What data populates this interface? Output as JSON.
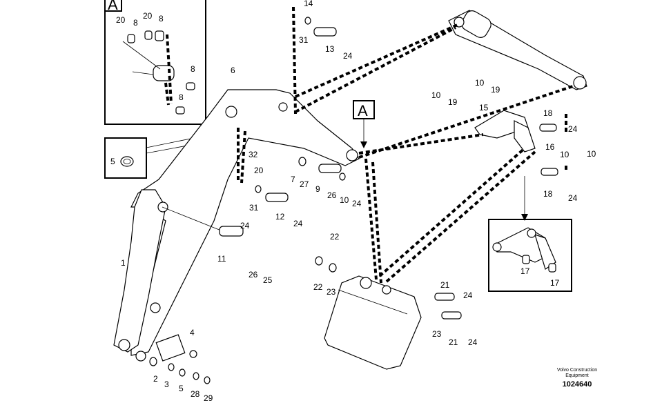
{
  "diagram": {
    "labels": [
      {
        "id": "p20a",
        "text": "20"
      },
      {
        "id": "p8a",
        "text": "8"
      },
      {
        "id": "p20b",
        "text": "20"
      },
      {
        "id": "p8b",
        "text": "8"
      },
      {
        "id": "p8c",
        "text": "8"
      },
      {
        "id": "p8d",
        "text": "8"
      },
      {
        "id": "p5a",
        "text": "5"
      },
      {
        "id": "p6",
        "text": "6"
      },
      {
        "id": "p14",
        "text": "14"
      },
      {
        "id": "p31a",
        "text": "31"
      },
      {
        "id": "p13",
        "text": "13"
      },
      {
        "id": "p24a",
        "text": "24"
      },
      {
        "id": "p10a",
        "text": "10"
      },
      {
        "id": "p19a",
        "text": "19"
      },
      {
        "id": "p10b",
        "text": "10"
      },
      {
        "id": "p19b",
        "text": "19"
      },
      {
        "id": "p15",
        "text": "15"
      },
      {
        "id": "p18a",
        "text": "18"
      },
      {
        "id": "p24b",
        "text": "24"
      },
      {
        "id": "p16",
        "text": "16"
      },
      {
        "id": "p10c",
        "text": "10"
      },
      {
        "id": "p10d",
        "text": "10"
      },
      {
        "id": "p18b",
        "text": "18"
      },
      {
        "id": "p24c",
        "text": "24"
      },
      {
        "id": "p32",
        "text": "32"
      },
      {
        "id": "p20c",
        "text": "20"
      },
      {
        "id": "p7",
        "text": "7"
      },
      {
        "id": "p27",
        "text": "27"
      },
      {
        "id": "p9",
        "text": "9"
      },
      {
        "id": "p26a",
        "text": "26"
      },
      {
        "id": "p10e",
        "text": "10"
      },
      {
        "id": "p24d",
        "text": "24"
      },
      {
        "id": "p31b",
        "text": "31"
      },
      {
        "id": "p12",
        "text": "12"
      },
      {
        "id": "p24e",
        "text": "24"
      },
      {
        "id": "p24f",
        "text": "24"
      },
      {
        "id": "p1",
        "text": "1"
      },
      {
        "id": "p11",
        "text": "11"
      },
      {
        "id": "p26b",
        "text": "26"
      },
      {
        "id": "p25",
        "text": "25"
      },
      {
        "id": "p22a",
        "text": "22"
      },
      {
        "id": "p22b",
        "text": "22"
      },
      {
        "id": "p23a",
        "text": "23"
      },
      {
        "id": "p21a",
        "text": "21"
      },
      {
        "id": "p24g",
        "text": "24"
      },
      {
        "id": "p23b",
        "text": "23"
      },
      {
        "id": "p21b",
        "text": "21"
      },
      {
        "id": "p24h",
        "text": "24"
      },
      {
        "id": "p4",
        "text": "4"
      },
      {
        "id": "p2",
        "text": "2"
      },
      {
        "id": "p3",
        "text": "3"
      },
      {
        "id": "p5b",
        "text": "5"
      },
      {
        "id": "p28",
        "text": "28"
      },
      {
        "id": "p29",
        "text": "29"
      },
      {
        "id": "p17a",
        "text": "17"
      },
      {
        "id": "p17b",
        "text": "17"
      }
    ],
    "detail_label_top": "A",
    "detail_label_main": "A",
    "credit_line1": "Volvo Construction",
    "credit_line2": "Equipment",
    "document_number": "1024640"
  }
}
